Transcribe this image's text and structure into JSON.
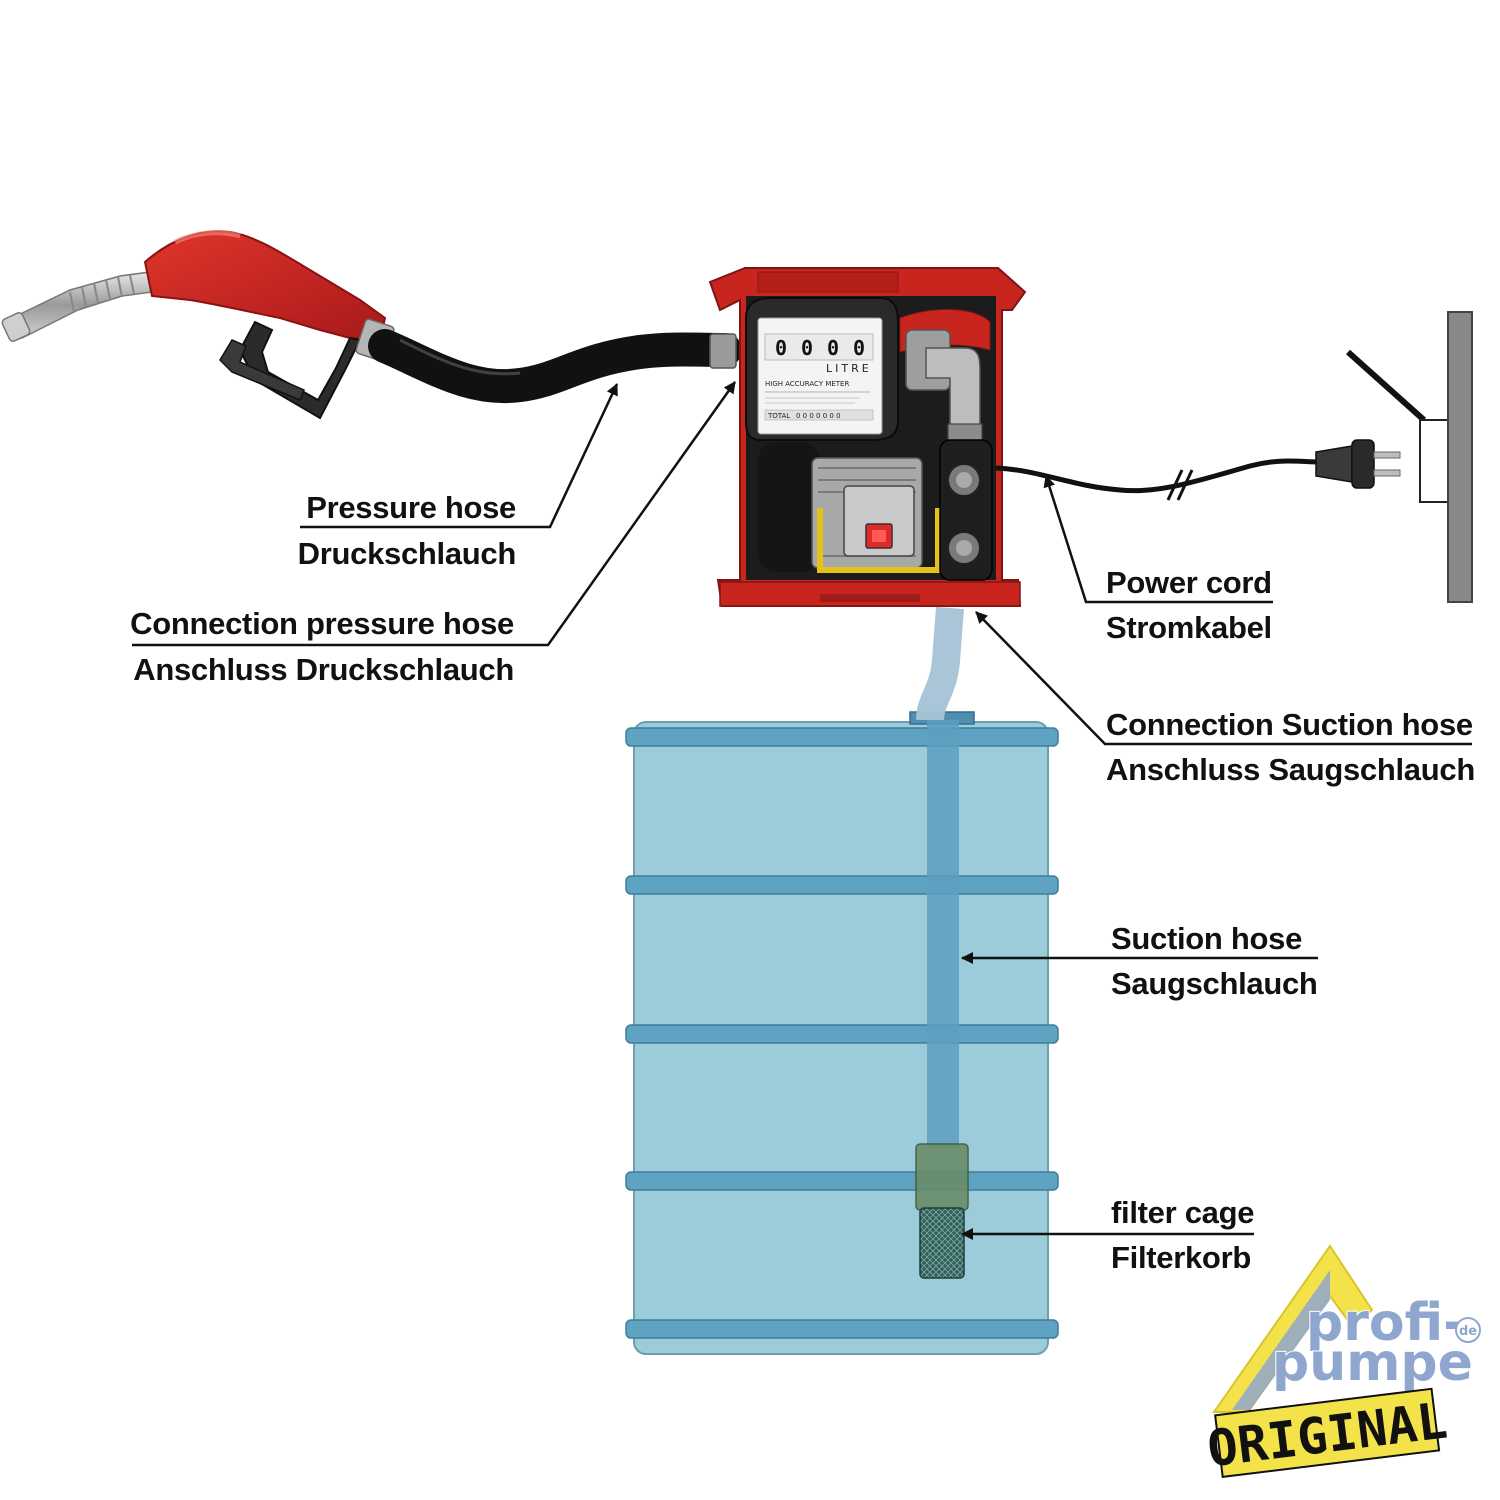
{
  "labels": {
    "pressure_hose": {
      "en": "Pressure hose",
      "de": "Druckschlauch"
    },
    "connection_pressure_hose": {
      "en": "Connection pressure hose",
      "de": "Anschluss Druckschlauch"
    },
    "power_cord": {
      "en": "Power cord",
      "de": "Stromkabel"
    },
    "connection_suction_hose": {
      "en": "Connection Suction hose",
      "de": "Anschluss Saugschlauch"
    },
    "suction_hose": {
      "en": "Suction hose",
      "de": "Saugschlauch"
    },
    "filter_cage": {
      "en": "filter cage",
      "de": "Filterkorb"
    }
  },
  "meter": {
    "digits": [
      "0",
      "0",
      "0",
      "0"
    ],
    "unit": "LITRE",
    "heading": "HIGH ACCURACY METER",
    "total_label": "TOTAL",
    "total_value": "0 0 0 0 0 0 0"
  },
  "logo": {
    "line1": "profi-",
    "line2": "pumpe",
    "tld": "de",
    "badge": "ORIGINAL"
  },
  "colors": {
    "pump_red": "#c8251f",
    "hose_black": "#111111",
    "barrel_blue": "#9ccbd9",
    "suction_hose_blue": "#5d9fbe",
    "logo_yellow": "#f4e24a",
    "logo_blue": "#8fa7cf"
  }
}
